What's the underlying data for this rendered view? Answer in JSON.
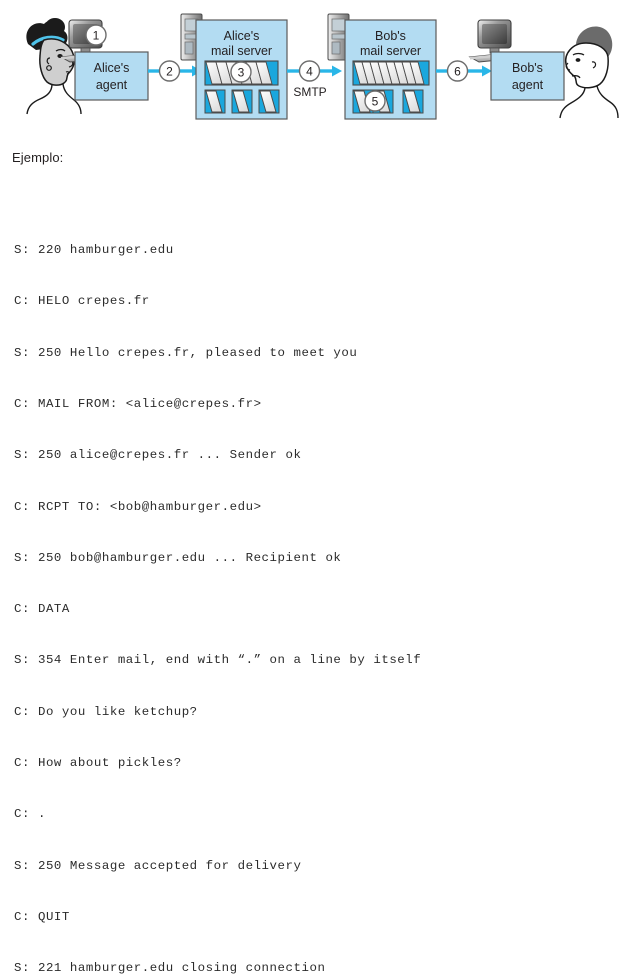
{
  "figure": {
    "nodes": [
      {
        "id": "alice-agent",
        "label_line1": "Alice's",
        "label_line2": "agent"
      },
      {
        "id": "alice-mail-server",
        "label_line1": "Alice's",
        "label_line2": "mail server"
      },
      {
        "id": "bob-mail-server",
        "label_line1": "Bob's",
        "label_line2": "mail server"
      },
      {
        "id": "bob-agent",
        "label_line1": "Bob's",
        "label_line2": "agent"
      }
    ],
    "step_markers": [
      {
        "id": "step-1",
        "label": "1"
      },
      {
        "id": "step-2",
        "label": "2"
      },
      {
        "id": "step-3",
        "label": "3"
      },
      {
        "id": "step-4",
        "label": "4"
      },
      {
        "id": "step-5",
        "label": "5"
      },
      {
        "id": "step-6",
        "label": "6"
      }
    ],
    "protocol_label": "SMTP",
    "colors": {
      "box_fill": "#b3dcf2",
      "box_stroke": "#5b5b5b",
      "arrow": "#29b6e8",
      "text": "#231f20",
      "envelope_accent": "#1aa7dd"
    }
  },
  "example": {
    "label": "Ejemplo:"
  },
  "transcript": {
    "lines": [
      "S: 220 hamburger.edu",
      "C: HELO crepes.fr",
      "S: 250 Hello crepes.fr, pleased to meet you",
      "C: MAIL FROM: <alice@crepes.fr>",
      "S: 250 alice@crepes.fr ... Sender ok",
      "C: RCPT TO: <bob@hamburger.edu>",
      "S: 250 bob@hamburger.edu ... Recipient ok",
      "C: DATA",
      "S: 354 Enter mail, end with “.” on a line by itself",
      "C: Do you like ketchup?",
      "C: How about pickles?",
      "C: .",
      "S: 250 Message accepted for delivery",
      "C: QUIT",
      "S: 221 hamburger.edu closing connection"
    ]
  }
}
